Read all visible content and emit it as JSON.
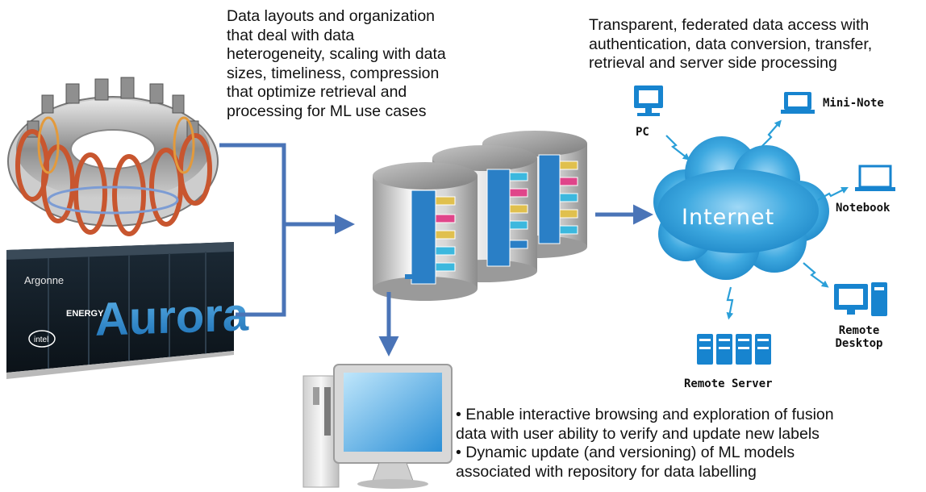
{
  "storage_caption": {
    "lines": [
      "Data layouts and organization",
      "that deal with data",
      "heterogeneity, scaling with data",
      "sizes, timeliness, compression",
      "that optimize retrieval and",
      "processing for ML use cases"
    ]
  },
  "access_caption": {
    "lines": [
      "Transparent, federated data access with",
      "authentication, data conversion, transfer,",
      "retrieval and server side processing"
    ]
  },
  "cloud": {
    "label": "Internet"
  },
  "devices": {
    "pc": "PC",
    "mini_note": "Mini-Note",
    "notebook": "Notebook",
    "remote_desktop": [
      "Remote",
      "Desktop"
    ],
    "remote_server": "Remote Server"
  },
  "supercomputer": {
    "name": "Aurora",
    "lab": "Argonne",
    "energy": "ENERGY",
    "intel": "intel"
  },
  "browse_caption": {
    "lines": [
      "• Enable interactive browsing and exploration of fusion",
      "data with user ability to verify and update new labels",
      "• Dynamic update (and versioning) of ML models",
      "associated with repository for data labelling"
    ]
  },
  "colors": {
    "arrow": "#4a74b7",
    "cloud": "#2b9fd8",
    "device_icon": "#1784cf",
    "coil": "#c8562f"
  }
}
